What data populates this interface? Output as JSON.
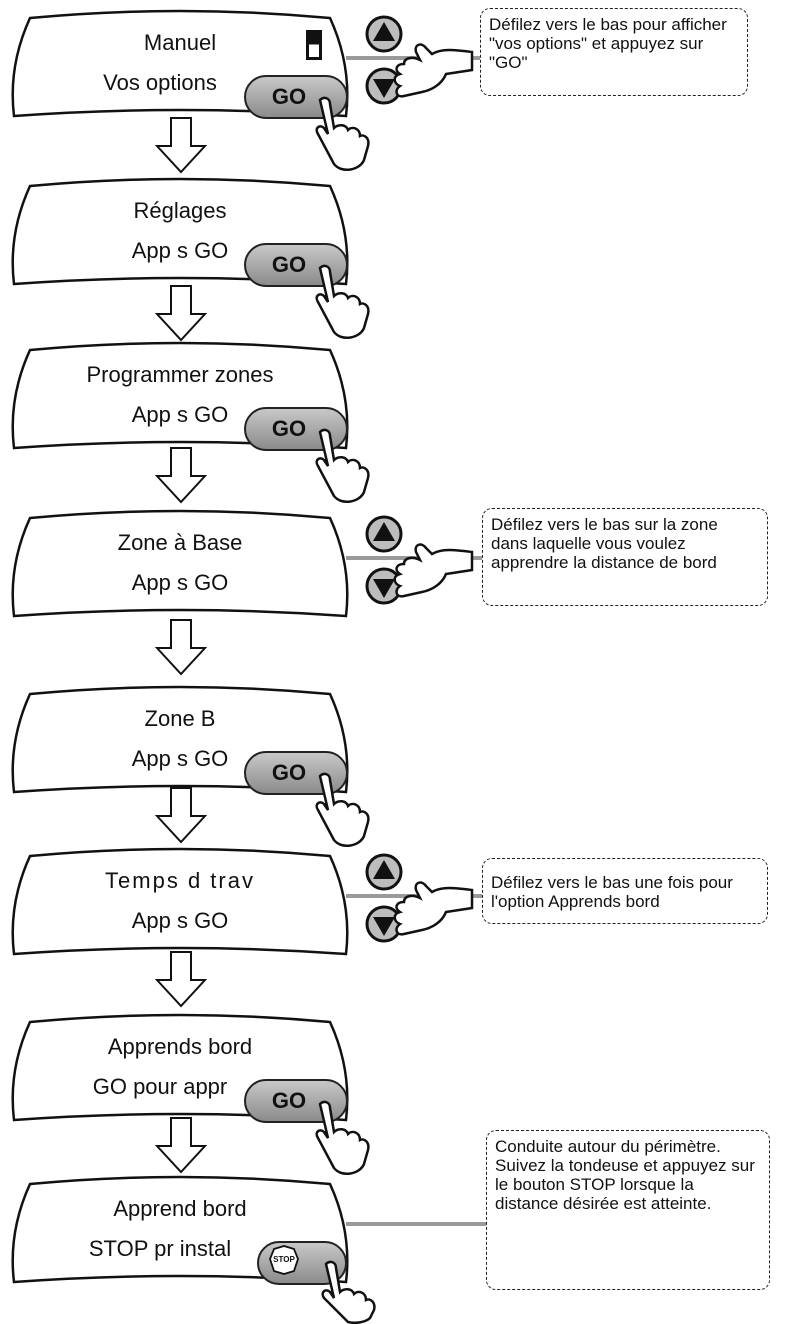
{
  "steps": [
    {
      "line1": "Manuel",
      "line2": "Vos options",
      "button": "GO",
      "has_indicator": true
    },
    {
      "line1": "Réglages",
      "line2": "App s GO",
      "button": "GO"
    },
    {
      "line1": "Programmer zones",
      "line2": "App s GO",
      "button": "GO"
    },
    {
      "line1": "Zone à Base",
      "line2": "App s GO",
      "button": ""
    },
    {
      "line1": "Zone B",
      "line2": "App s GO",
      "button": "GO"
    },
    {
      "line1": "Temps d trav",
      "line2": "App s GO",
      "button": ""
    },
    {
      "line1": "Apprends bord",
      "line2": "GO pour appr",
      "button": "GO"
    },
    {
      "line1": "Apprend bord",
      "line2": "STOP pr instal",
      "button": "STOP"
    }
  ],
  "callouts": [
    {
      "text": "Défilez vers le bas pour afficher \"vos options\" et appuyez sur \"GO\""
    },
    {
      "text": "Défilez vers le bas sur la zone dans laquelle vous voulez apprendre la distance de bord"
    },
    {
      "text": "Défilez vers le bas une fois pour l'option Apprends bord"
    },
    {
      "text": "Conduite autour du périmètre. Suivez la tondeuse et appuyez sur le bouton STOP lorsque la distance désirée est atteinte."
    }
  ],
  "icons": {
    "screen": "lcd-screen-shape",
    "hand": "pointing-hand-icon",
    "up": "up-arrow-button-icon",
    "down": "down-arrow-button-icon",
    "flow": "down-flow-arrow-icon",
    "stop": "stop-sign-icon"
  }
}
